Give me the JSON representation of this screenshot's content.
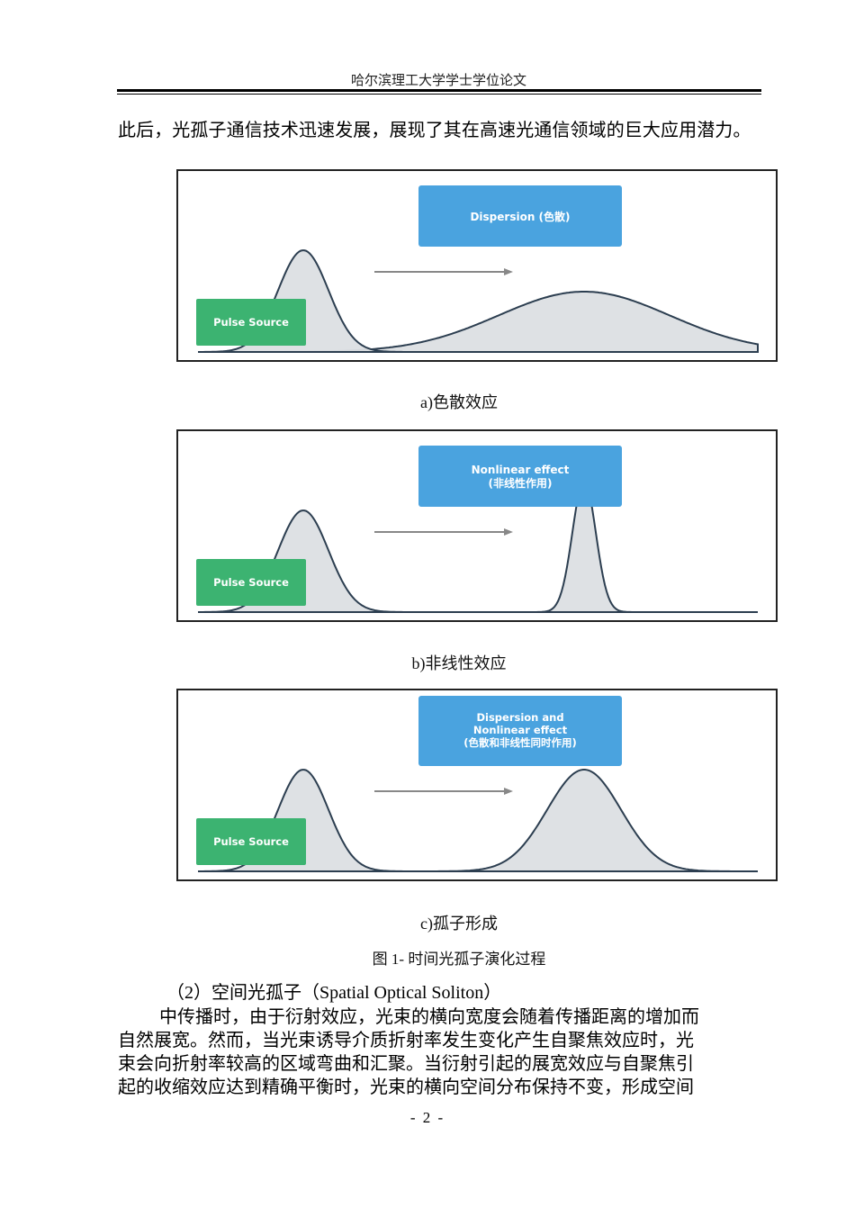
{
  "header": {
    "title": "哈尔滨理工大学学士学位论文"
  },
  "intro_paragraph": "此后，光孤子通信技术迅速发展，展现了其在高速光通信领域的巨大应用潜力。",
  "figures": [
    {
      "pulse_label": "Pulse Source",
      "effect_lines": [
        "Dispersion (色散)"
      ],
      "caption": "a)色散效应"
    },
    {
      "pulse_label": "Pulse Source",
      "effect_lines": [
        "Nonlinear effect",
        "(非线性作用)"
      ],
      "caption": "b)非线性效应"
    },
    {
      "pulse_label": "Pulse Source",
      "effect_lines": [
        "Dispersion and",
        "Nonlinear effect",
        "(色散和非线性同时作用)"
      ],
      "caption": "c)孤子形成"
    }
  ],
  "figure_title": "图 1- 时间光孤子演化过程",
  "section_heading": "（2）空间光孤子（Spatial  Optical  Soliton）",
  "section_paragraph_lines": [
    "中传播时，由于衍射效应，光束的横向宽度会随着传播距离的增加而",
    "自然展宽。然而，当光束诱导介质折射率发生变化产生自聚焦效应时，光",
    "束会向折射率较高的区域弯曲和汇聚。当衍射引起的展宽效应与自聚焦引",
    "起的收缩效应达到精确平衡时，光束的横向空间分布保持不变，形成空间"
  ],
  "page_number": "- 2 -",
  "colors": {
    "pulse_box": "#3cb371",
    "effect_box": "#4aa3df",
    "curve_stroke": "#2c3e50",
    "curve_fill": "#dcdfe3",
    "arrow": "#888888"
  }
}
